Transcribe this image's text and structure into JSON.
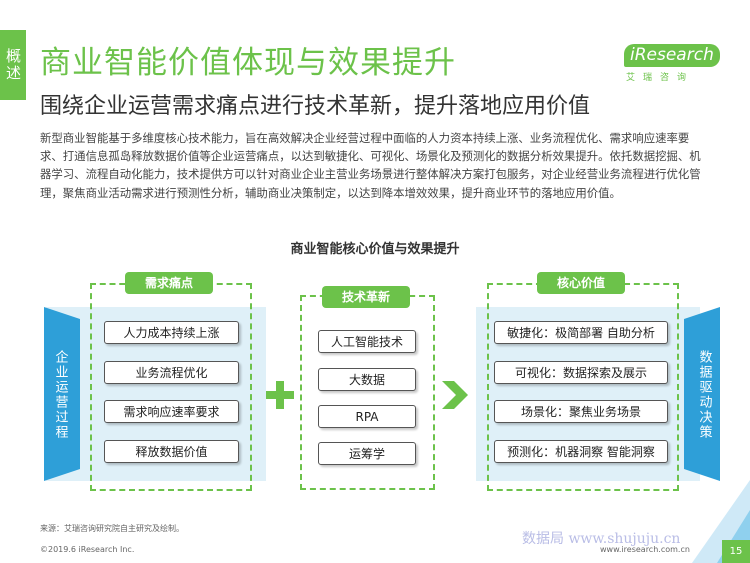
{
  "side_tab": "概述",
  "title": "商业智能价值体现与效果提升",
  "subtitle": "围绕企业运营需求痛点进行技术革新，提升落地应用价值",
  "intro": "新型商业智能基于多维度核心技术能力，旨在高效解决企业经营过程中面临的人力资本持续上涨、业务流程优化、需求响应速率要求、打通信息孤岛释放数据价值等企业运营痛点，以达到敏捷化、可视化、场景化及预测化的数据分析效果提升。依托数据挖掘、机器学习、流程自动化能力，技术提供方可以针对商业企业主营业务场景进行整体解决方案打包服务，对企业经营业务流程进行优化管理，聚焦商业活动需求进行预测性分析，辅助商业决策制定，以达到降本增效效果，提升商业环节的落地应用价值。",
  "logo": {
    "main": "iResearch",
    "sub": "艾瑞咨询"
  },
  "diagram": {
    "title": "商业智能核心价值与效果提升",
    "left_vertical": "企业运营过程",
    "right_vertical": "数据驱动决策",
    "pain_points": {
      "label": "需求痛点",
      "items": [
        "人力成本持续上涨",
        "业务流程优化",
        "需求响应速率要求",
        "释放数据价值"
      ]
    },
    "tech": {
      "label": "技术革新",
      "items": [
        "人工智能技术",
        "大数据",
        "RPA",
        "运筹学"
      ]
    },
    "core_value": {
      "label": "核心价值",
      "items": [
        "敏捷化：极简部署 自助分析",
        "可视化：数据探索及展示",
        "场景化：聚焦业务场景",
        "预测化：机器洞察 智能洞察"
      ]
    }
  },
  "footer": {
    "source": "来源：艾瑞咨询研究院自主研究及绘制。",
    "copyright": "©2019.6 iResearch Inc.",
    "website": "www.iresearch.com.cn",
    "page": "15",
    "watermark": "数据局 www.shujuju.cn"
  },
  "colors": {
    "accent": "#6cc24a",
    "panel_blue": "#dff0f8",
    "side_blue": "#2e9fd8"
  }
}
